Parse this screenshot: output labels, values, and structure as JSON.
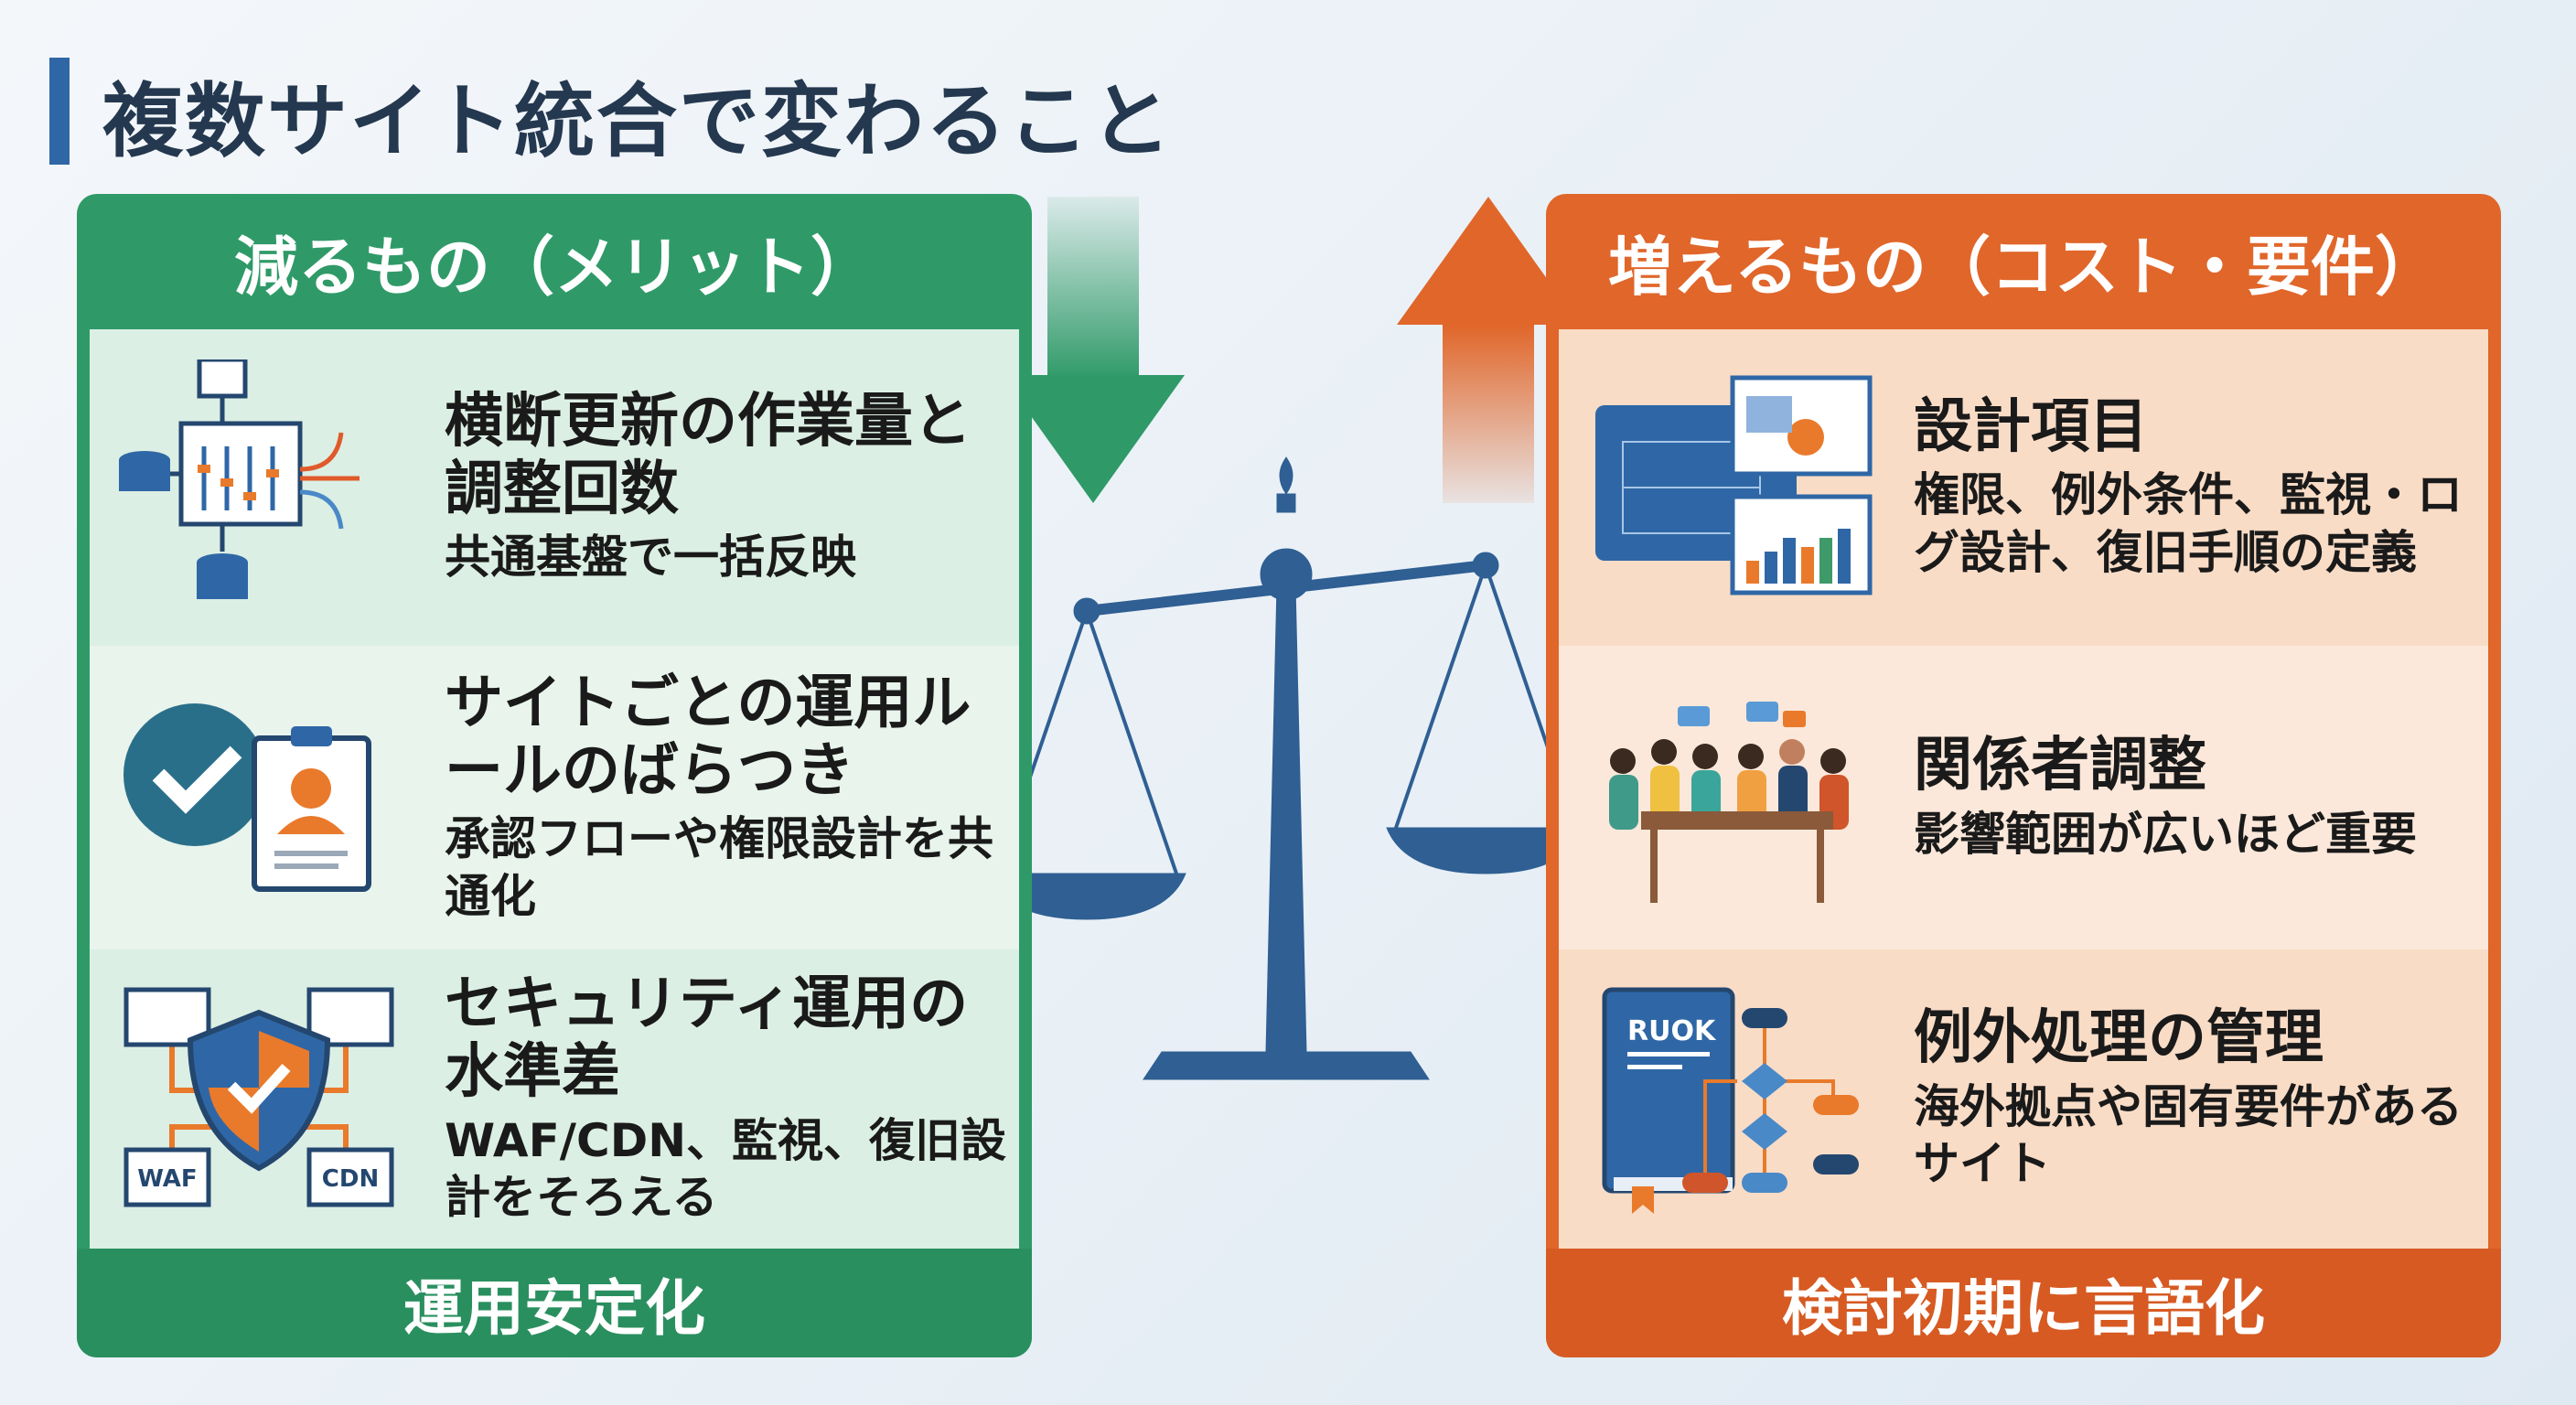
{
  "title": "複数サイト統合で変わること",
  "left": {
    "header": "減るもの（メリット）",
    "footer": "運用安定化",
    "items": [
      {
        "title": "横断更新の作業量と調整回数",
        "sub": "共通基盤で一括反映"
      },
      {
        "title": "サイトごとの運用ルールのばらつき",
        "sub": "承認フローや権限設計を共通化"
      },
      {
        "title": "セキュリティ運用の水準差",
        "sub": "WAF/CDN、監視、復旧設計をそろえる"
      }
    ]
  },
  "right": {
    "header": "増えるもの（コスト・要件）",
    "footer": "検討初期に言語化",
    "items": [
      {
        "title": "設計項目",
        "sub": "権限、例外条件、監視・ログ設計、復旧手順の定義"
      },
      {
        "title": "関係者調整",
        "sub": "影響範囲が広いほど重要"
      },
      {
        "title": "例外処理の管理",
        "sub": "海外拠点や固有要件があるサイト"
      }
    ]
  },
  "icon_labels": {
    "waf": "WAF",
    "cdn": "CDN",
    "book": "RUOK"
  },
  "colors": {
    "green": "#2f9a68",
    "orange": "#e0662a",
    "blue": "#2f67a6"
  }
}
